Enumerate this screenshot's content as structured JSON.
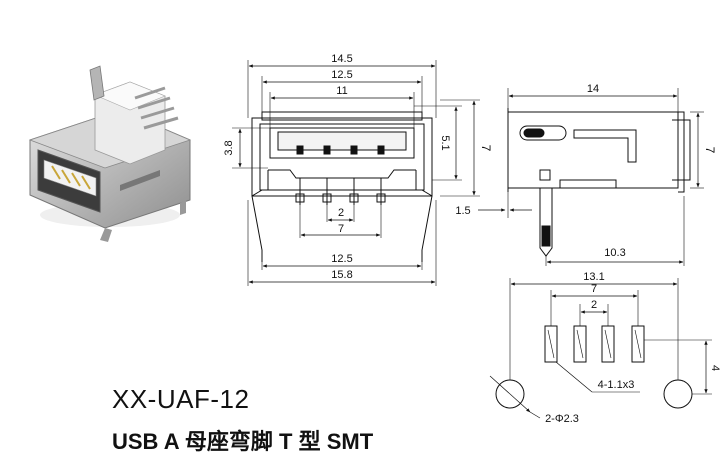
{
  "product": {
    "model": "XX-UAF-12",
    "description": "USB A 母座弯脚 T 型 SMT"
  },
  "front_view": {
    "dims": {
      "overall_width": "14.5",
      "shell_width": "12.5",
      "port_width": "11",
      "port_height": "3.8",
      "body_height_inner": "5.1",
      "body_height": "7",
      "pin_pitch": "2",
      "pin_span": "7",
      "leg_span_inner": "12.5",
      "leg_span_outer": "15.8"
    }
  },
  "side_view": {
    "dims": {
      "length": "14",
      "height": "7",
      "pin_offset": "1.5",
      "leg_position": "10.3"
    }
  },
  "pcb_layout": {
    "dims": {
      "overall_width": "13.1",
      "pad_span": "7",
      "pad_pitch": "2",
      "hole_offset": "4",
      "pad_spec": "4-1.1x3",
      "hole_spec": "2-Φ2.3"
    }
  },
  "colors": {
    "line": "#111111",
    "background": "#ffffff",
    "shell_metal": "#c8c8c8",
    "insulator": "#e4e4e4"
  }
}
